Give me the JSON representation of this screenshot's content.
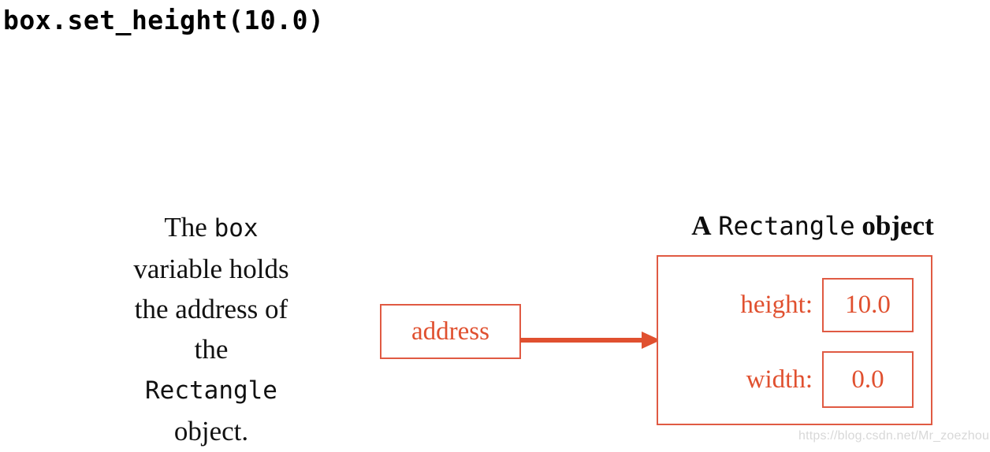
{
  "slide": {
    "title_code": "box.set_height(10.0)",
    "accent_color": "#e0502f",
    "border_color": "#e05a43",
    "text_color": "#111111",
    "background": "#ffffff"
  },
  "variable_caption": {
    "line1_prefix": "The ",
    "line1_mono": "box",
    "line2": "variable holds",
    "line3": "the address of",
    "line4": "the",
    "line5_mono": "Rectangle",
    "line6": "object."
  },
  "object_heading": {
    "article": "A",
    "type_mono": "Rectangle",
    "suffix": "object"
  },
  "address_box": {
    "label": "address"
  },
  "arrow": {
    "name": "address-points-to-object-arrow"
  },
  "rectangle_object": {
    "fields": [
      {
        "label": "height:",
        "value": "10.0"
      },
      {
        "label": "width:",
        "value": "0.0"
      }
    ]
  },
  "watermark": {
    "text": "https://blog.csdn.net/Mr_zoezhou"
  }
}
